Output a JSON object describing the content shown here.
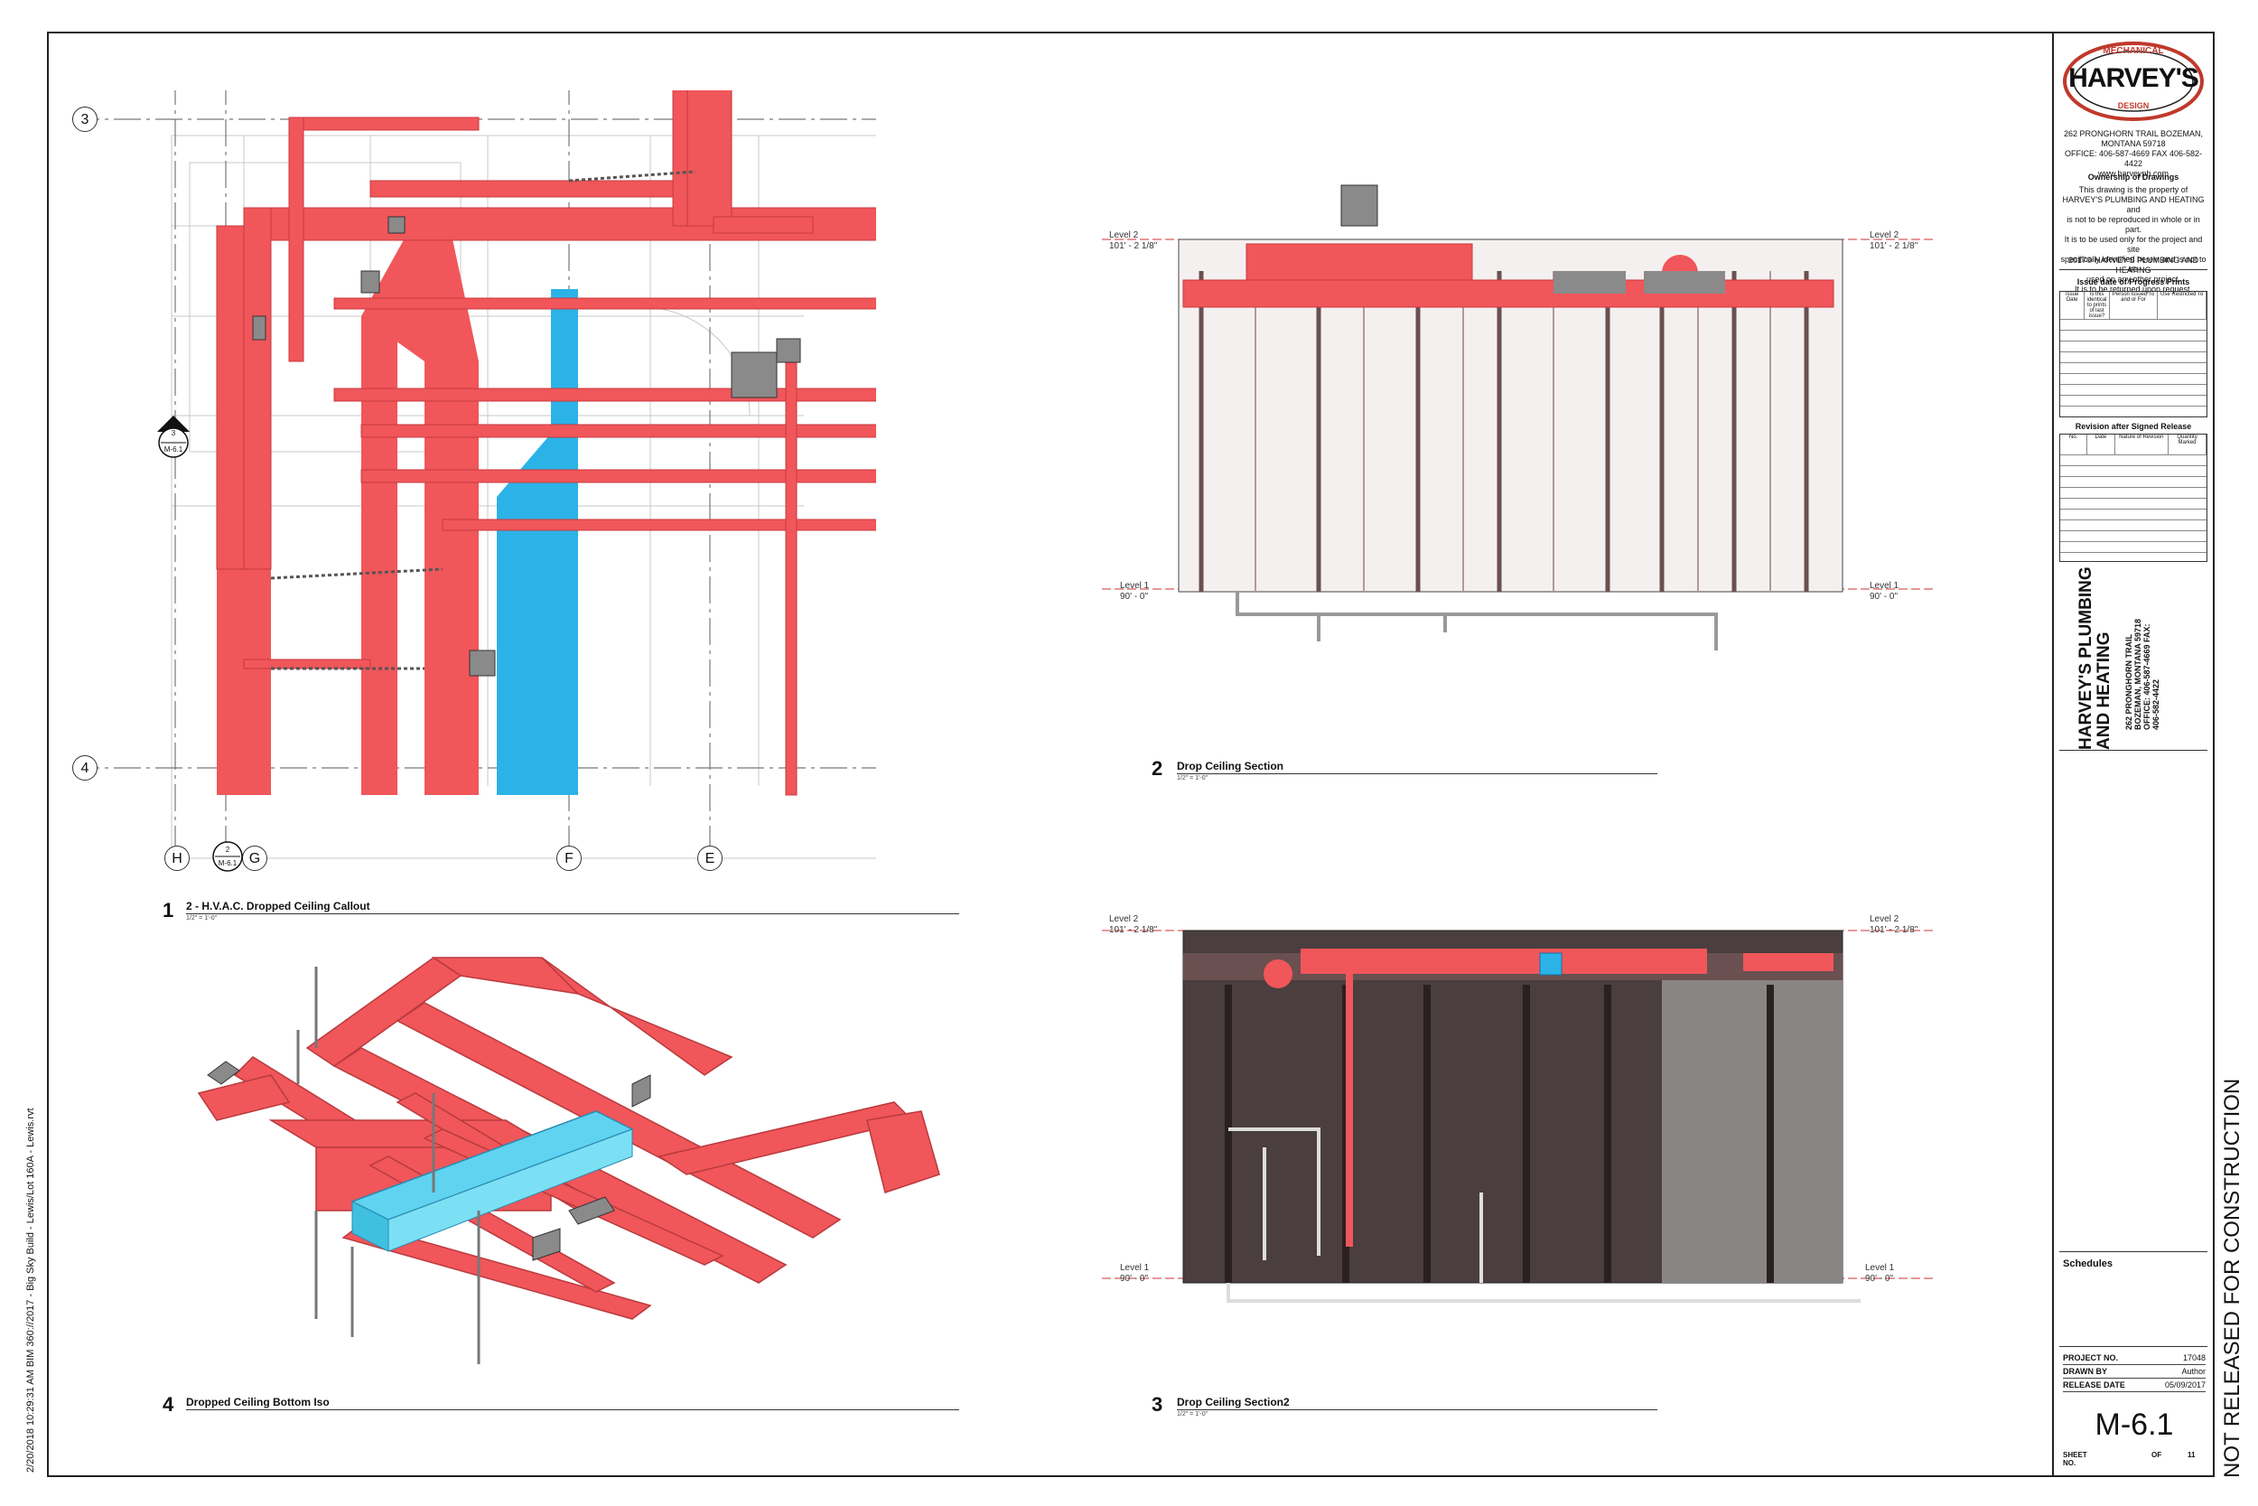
{
  "sheet": {
    "file_stamp": "2/20/2018 10:29:31 AM    BIM 360://2017 - Big Sky Build - Lewis/Lot 160A - Lewis.rvt",
    "watermark": "NOT RELEASED FOR CONSTRUCTION"
  },
  "logo": {
    "top_text": "MECHANICAL",
    "main_text": "HARVEY'S",
    "bottom_text": "DESIGN",
    "accent": "#c0392b"
  },
  "company": {
    "address_lines": [
      "262 PRONGHORN TRAIL BOZEMAN,",
      "MONTANA 59718",
      "OFFICE: 406-587-4669 FAX 406-582-4422",
      "www.harveyph.com"
    ],
    "ownership_title": "Ownership of Drawings",
    "ownership_lines": [
      "This drawing is the property of",
      "HARVEY'S PLUMBING AND HEATING and",
      "is not to be reproduced in whole or in part.",
      "It is to be used only for the project and site",
      "specifically identified herein and is not to be",
      "used on any other project.",
      "It is to be returned upon request."
    ],
    "copyright": "2017© HARVEY'S PLUMBING AND HEATING",
    "name_vertical": [
      "HARVEY'S PLUMBING",
      "AND HEATING"
    ],
    "addr_vertical": [
      "262 PRONGHORN TRAIL",
      "BOZEMAN, MONTANA 59718",
      "OFFICE: 406-587-4669 FAX:",
      "406-582-4422"
    ]
  },
  "progress_prints": {
    "title": "Issue date of Progress Prints",
    "headers": [
      "Issue Date",
      "Is this identical to prints of last issue?",
      "Person Issued To and or For",
      "Use Restricted To"
    ]
  },
  "revisions": {
    "title": "Revision after Signed Release",
    "headers": [
      "No.",
      "Date",
      "Nature of Revision",
      "Quantity Marked"
    ]
  },
  "schedules_label": "Schedules",
  "project": {
    "project_no_label": "PROJECT NO.",
    "project_no": "17048",
    "drawn_by_label": "DRAWN BY",
    "drawn_by": "Author",
    "release_date_label": "RELEASE DATE",
    "release_date": "05/09/2017",
    "sheet_number": "M-6.1",
    "sheet_no_label": "SHEET NO.",
    "of_label": "OF",
    "total_sheets": "11"
  },
  "views": [
    {
      "num": "1",
      "title": "2 - H.V.A.C. Dropped Ceiling Callout",
      "scale": "1/2\" = 1'-0\""
    },
    {
      "num": "2",
      "title": "Drop Ceiling Section",
      "scale": "1/2\" = 1'-0\""
    },
    {
      "num": "3",
      "title": "Drop Ceiling Section2",
      "scale": "1/2\" = 1'-0\""
    },
    {
      "num": "4",
      "title": "Dropped Ceiling Bottom Iso",
      "scale": ""
    }
  ],
  "grid": {
    "rows": [
      "3",
      "4"
    ],
    "cols": [
      "H",
      "G",
      "F",
      "E"
    ],
    "callout_top": [
      "3",
      "M-6.1"
    ],
    "callout_bottom": [
      "2",
      "M-6.1"
    ]
  },
  "levels": {
    "level2_name": "Level 2",
    "level2_elev": "101' - 2 1/8\"",
    "level1_name": "Level 1",
    "level1_elev": "90' - 0\""
  },
  "colors": {
    "duct_red": "#f0565a",
    "duct_red_dark": "#c83a3e",
    "duct_blue": "#2bb3e8",
    "iso_blue": "#5fd3f0"
  }
}
